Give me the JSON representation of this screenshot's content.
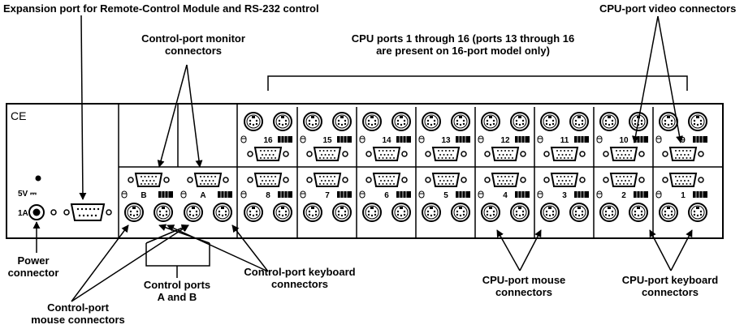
{
  "callouts": {
    "expansion_port": "Expansion port for Remote-Control Module and RS-232 control",
    "cpu_video": "CPU-port video connectors",
    "control_monitor_1": "Control-port monitor",
    "control_monitor_2": "connectors",
    "cpu_ports_1": "CPU ports 1 through 16 (ports 13 through 16",
    "cpu_ports_2": "are present on 16-port model only)",
    "power_1": "Power",
    "power_2": "connector",
    "control_ports_1": "Control ports",
    "control_ports_2": "A and B",
    "control_keyboard_1": "Control-port keyboard",
    "control_keyboard_2": "connectors",
    "control_mouse_1": "Control-port",
    "control_mouse_2": "mouse connectors",
    "cpu_mouse_1": "CPU-port mouse",
    "cpu_mouse_2": "connectors",
    "cpu_keyboard_1": "CPU-port keyboard",
    "cpu_keyboard_2": "connectors"
  },
  "panel": {
    "ce_mark": "CE",
    "voltage": "5V ⎓",
    "current": "1A",
    "control_ports": [
      "B",
      "A"
    ],
    "top_row_ports": [
      "16",
      "15",
      "14",
      "13",
      "12",
      "11",
      "10",
      "9"
    ],
    "bottom_row_ports": [
      "8",
      "7",
      "6",
      "5",
      "4",
      "3",
      "2",
      "1"
    ]
  }
}
